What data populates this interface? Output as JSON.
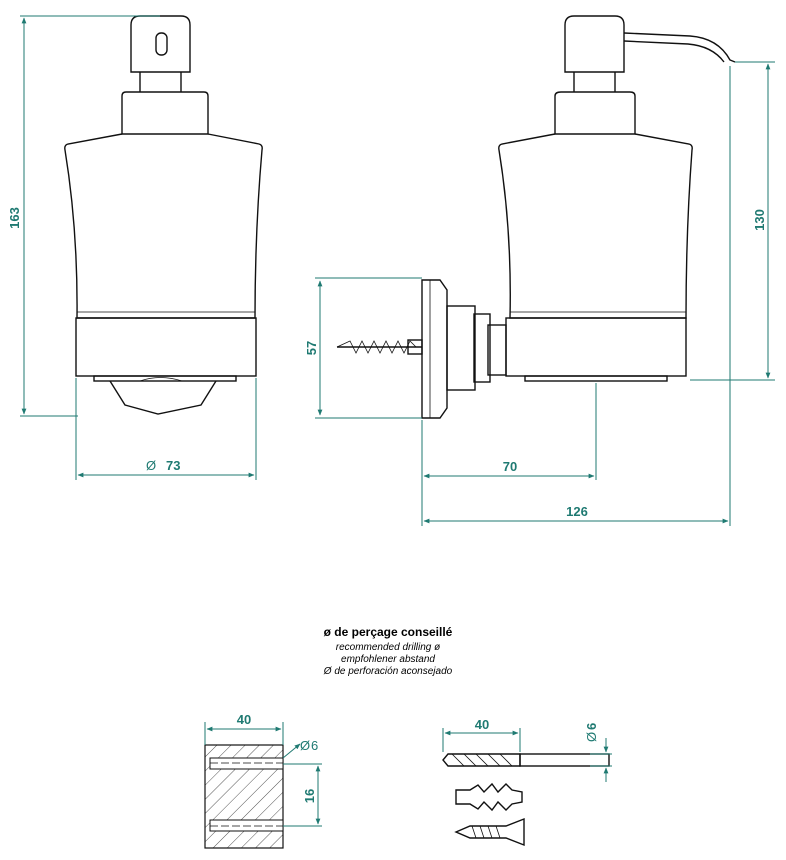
{
  "dimensions": {
    "height_total": "163",
    "diameter_base": "73",
    "height_side": "130",
    "plate_height": "57",
    "depth_mount": "70",
    "depth_total": "126",
    "spacing_wall": "40",
    "hole_diameter_wall": "6",
    "hole_spacing": "16",
    "drill_length": "40",
    "drill_diameter": "6"
  },
  "drilling_note": {
    "title": "ø de perçage conseillé",
    "en": "recommended drilling ø",
    "de": "empfohlener abstand",
    "es": "Ø de perforación aconsejado"
  },
  "symbols": {
    "diameter_prefix": "Ø"
  },
  "colors": {
    "dimension": "#1f7a72",
    "outline": "#111111"
  }
}
